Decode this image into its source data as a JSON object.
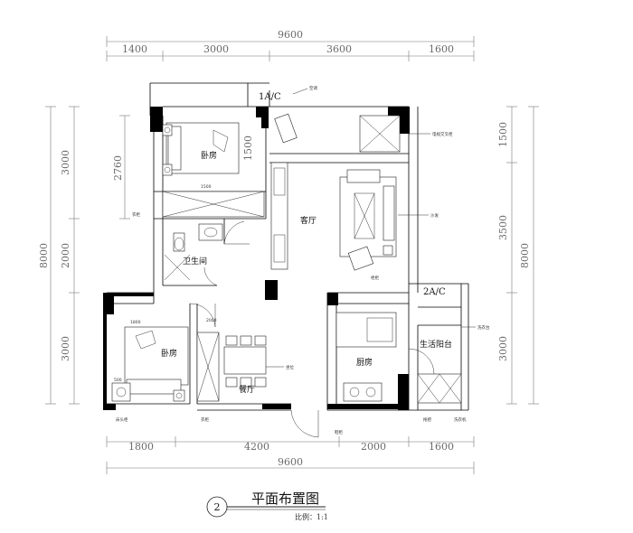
{
  "dims": {
    "top_total": "9600",
    "top_segments": [
      "1400",
      "3000",
      "3600",
      "1600"
    ],
    "bottom_segments": [
      "1800",
      "4200",
      "2000",
      "1600"
    ],
    "bottom_total": "9600",
    "left_total": "8000",
    "left_segments": [
      "3000",
      "2000",
      "3000"
    ],
    "left_inner": "2760",
    "right_total": "8000",
    "right_segments": [
      "1500",
      "3500",
      "3000"
    ],
    "bed1_width": "1500"
  },
  "rooms": {
    "bedroom_top": "卧房",
    "bathroom": "卫生间",
    "living": "客厅",
    "bedroom_bottom": "卧房",
    "kitchen": "厨房",
    "balcony": "生活阳台"
  },
  "labels": {
    "ac1": "1A/C",
    "ac2": "2A/C",
    "aircon": "空调",
    "tv_cabinet": "电视交叉柜",
    "wardrobe1": "衣柜",
    "sofa": "沙发",
    "cabinet": "柜柜",
    "wash_basin": "洗衣台",
    "bed_cabinet": "床头柜",
    "wardrobe2": "衣柜",
    "dining": "餐厅",
    "seat": "坐位",
    "shoe_cabinet": "鞋柜",
    "mop_pool": "拖把",
    "washer": "洗衣机",
    "dim_small_1": "1500",
    "dim_small_2": "2000",
    "dim_small_3": "1800",
    "dim_small_4": "500"
  },
  "title": {
    "number": "2",
    "main": "平面布置图",
    "scale": "比例：1:1"
  }
}
